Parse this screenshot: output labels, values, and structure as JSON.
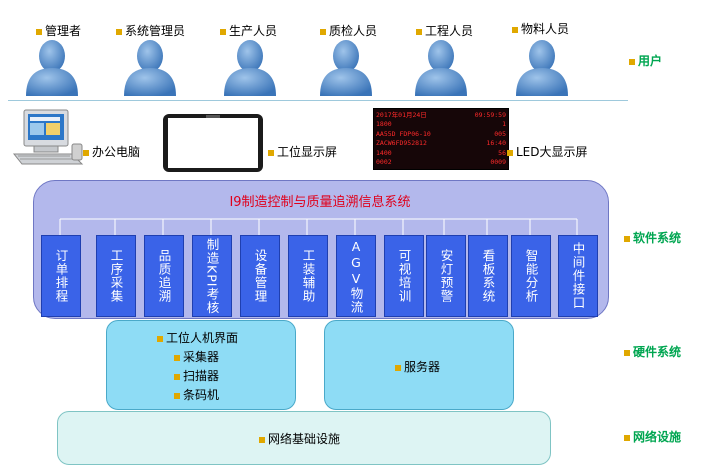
{
  "roles": [
    {
      "label": "管理者",
      "icon": "user-icon"
    },
    {
      "label": "系统管理员",
      "icon": "user-icon"
    },
    {
      "label": "生产人员",
      "icon": "user-icon"
    },
    {
      "label": "质检人员",
      "icon": "user-icon"
    },
    {
      "label": "工程人员",
      "icon": "user-icon"
    },
    {
      "label": "物料人员",
      "icon": "user-icon"
    }
  ],
  "layers": {
    "user": "用户",
    "software": "软件系统",
    "hardware": "硬件系统",
    "network": "网络设施"
  },
  "devices": [
    {
      "label": "办公电脑",
      "icon": "office-computer-icon"
    },
    {
      "label": "工位显示屏",
      "icon": "station-display-icon"
    },
    {
      "label": "LED大显示屏",
      "icon": "led-display-icon"
    }
  ],
  "led": {
    "rows": [
      {
        "left": "2017年01月24日",
        "right": "09:59:59"
      },
      {
        "left": "1800",
        "right": "1"
      },
      {
        "left": "AA55D FDP06-10",
        "right": "005"
      },
      {
        "left": "ZACW6FD952812",
        "right": "16:40"
      },
      {
        "left": "1400",
        "right": "56"
      },
      {
        "left": "0002",
        "right": "0009"
      }
    ]
  },
  "software": {
    "title": "I9制造控制与质量追溯信息系统",
    "modules": [
      "订单排程",
      "工序采集",
      "品质追溯",
      "制造KPI考核",
      "设备管理",
      "工装辅助",
      "AGV物流",
      "可视培训",
      "安灯预警",
      "看板系统",
      "智能分析",
      "中间件接口"
    ]
  },
  "hardware": {
    "left": [
      "工位人机界面",
      "采集器",
      "扫描器",
      "条码机"
    ],
    "right": [
      "服务器"
    ]
  },
  "network": {
    "label": "网络基础设施"
  },
  "colors": {
    "layer_label": "#00a651",
    "software_bg": "#b3b8ec",
    "module_bg": "#3a63e8",
    "hardware_bg": "#8edcf5",
    "network_bg": "#ddf4f3",
    "title": "#e0001b",
    "bullet": "#e0a800"
  }
}
